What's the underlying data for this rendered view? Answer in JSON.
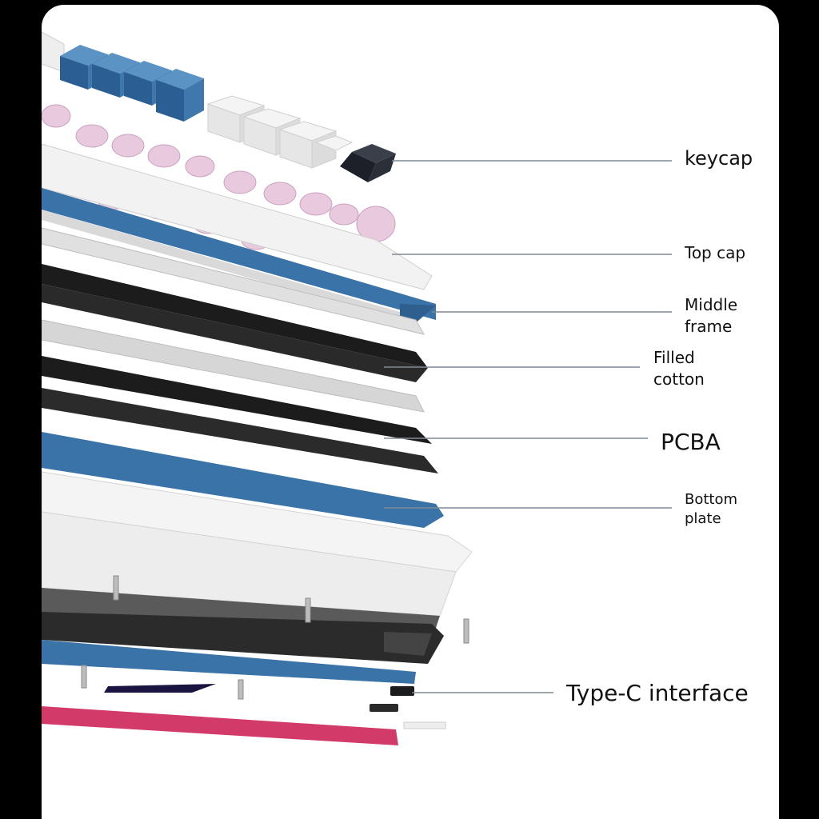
{
  "colors": {
    "background": "#000000",
    "panel": "#ffffff",
    "leader": "#7f8a95",
    "text": "#111111",
    "blue": "#3a73a8",
    "black": "#1c1c1c",
    "pink": "#d23a6a",
    "switch_pink": "#e8c9de",
    "light_gray": "#d9d9d9"
  },
  "labels": {
    "keycap": [
      "keycap"
    ],
    "top_cap": [
      "Top cap"
    ],
    "middle_frame": [
      "Middle",
      "frame"
    ],
    "filled_cotton": [
      "Filled",
      "cotton"
    ],
    "pcba": [
      "PCBA"
    ],
    "bottom_plate": [
      "Bottom",
      "plate"
    ],
    "type_c": [
      "Type-C interface"
    ]
  }
}
